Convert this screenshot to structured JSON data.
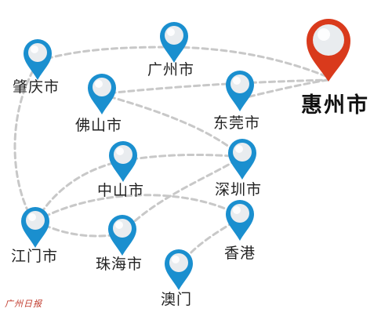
{
  "map": {
    "route_color": "#c8c8c8",
    "pin_color": "#1a8fcf",
    "highlight_pin_color": "#d93a1c",
    "cities": [
      {
        "id": "zhaoqing",
        "name": "肇庆市",
        "icon": "map-pin-icon"
      },
      {
        "id": "guangzhou",
        "name": "广州市",
        "icon": "map-pin-icon"
      },
      {
        "id": "huizhou",
        "name": "惠州市",
        "icon": "map-pin-icon",
        "highlight": true
      },
      {
        "id": "foshan",
        "name": "佛山市",
        "icon": "map-pin-icon"
      },
      {
        "id": "dongguan",
        "name": "东莞市",
        "icon": "map-pin-icon"
      },
      {
        "id": "zhongshan",
        "name": "中山市",
        "icon": "map-pin-icon"
      },
      {
        "id": "shenzhen",
        "name": "深圳市",
        "icon": "map-pin-icon"
      },
      {
        "id": "jiangmen",
        "name": "江门市",
        "icon": "map-pin-icon"
      },
      {
        "id": "hongkong",
        "name": "香港",
        "icon": "map-pin-icon"
      },
      {
        "id": "zhuhai",
        "name": "珠海市",
        "icon": "map-pin-icon"
      },
      {
        "id": "macau",
        "name": "澳门",
        "icon": "map-pin-icon"
      }
    ]
  },
  "watermark": {
    "text": "广州日报"
  }
}
